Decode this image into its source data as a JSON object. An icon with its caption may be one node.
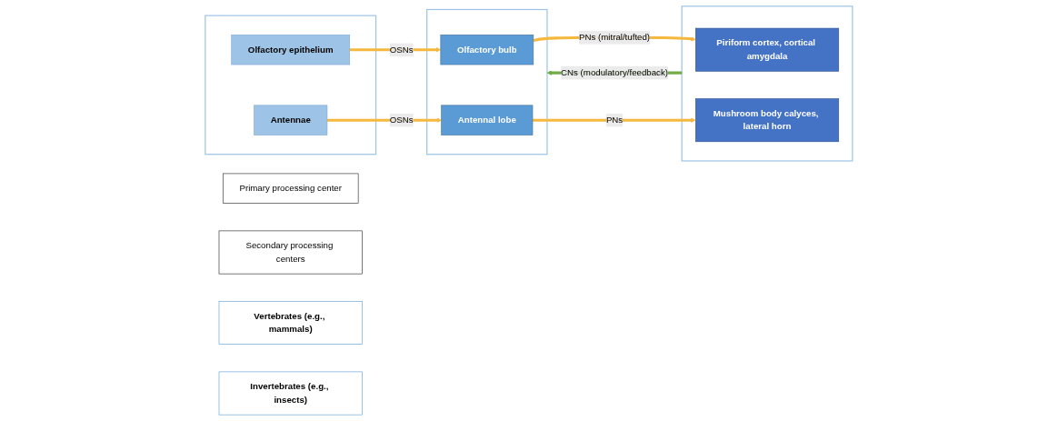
{
  "diagram": {
    "nodes": [
      {
        "text": [
          "Primary processing center"
        ]
      },
      {
        "text": [
          "Secondary processing centers"
        ]
      },
      {
        "text": [
          "Vertebrates (e.g., mammals)"
        ]
      },
      {
        "text": [
          "Invertebrates (e.g., insects)"
        ]
      },
      {
        "text": [],
        "shape": "box"
      },
      {
        "text": [
          "Olfactory epithelium"
        ],
        "in": 4
      },
      {
        "text": [
          "Antennae"
        ],
        "in": 4
      },
      {
        "text": [],
        "shape": "box"
      },
      {
        "text": [
          "Olfactory bulb"
        ],
        "in": 7
      },
      {
        "text": [
          "Antennal lobe"
        ],
        "in": 7
      },
      {
        "text": [],
        "shape": "box"
      },
      {
        "text": [
          "Piriform cortex, cortical amygdala"
        ],
        "in": 10
      },
      {
        "text": [
          "Mushroom body calyces, lateral horn"
        ],
        "in": 10
      }
    ],
    "edges": [
      {
        "from": 5,
        "to": 8,
        "arrow": "to",
        "label": "OSNs"
      },
      {
        "from": 8,
        "to": 11,
        "arrow": "to",
        "label": "PNs (mitral/tufted)"
      },
      {
        "from": 10,
        "to": 7,
        "arrow": "to",
        "label": "CNs (modulatory/feedback)",
        "color": "#70ad47"
      },
      {
        "from": 6,
        "to": 9,
        "arrow": "to",
        "label": "OSNs"
      },
      {
        "from": 9,
        "to": 12,
        "arrow": "to",
        "label": "PNs"
      }
    ]
  }
}
